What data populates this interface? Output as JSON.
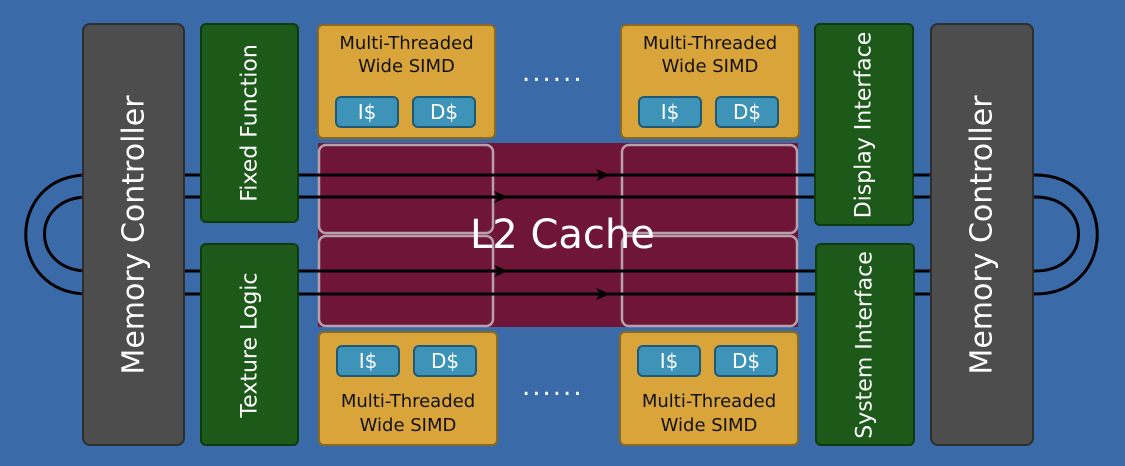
{
  "memory_controller_left": "Memory Controller",
  "memory_controller_right": "Memory Controller",
  "fixed_function": "Fixed Function",
  "texture_logic": "Texture Logic",
  "display_interface": "Display Interface",
  "system_interface": "System Interface",
  "l2_cache": "L2 Cache",
  "simd_line1": "Multi-Threaded",
  "simd_line2": "Wide SIMD",
  "icache": "I$",
  "dcache": "D$",
  "ellipsis": "......",
  "colors": {
    "background": "#3a6aa8",
    "memory_controller": "#4d4d4d",
    "interface_block": "#1d5a1a",
    "simd_core": "#d9a53a",
    "cache_button": "#3d94b8",
    "l2_cache": "#6e1538"
  }
}
